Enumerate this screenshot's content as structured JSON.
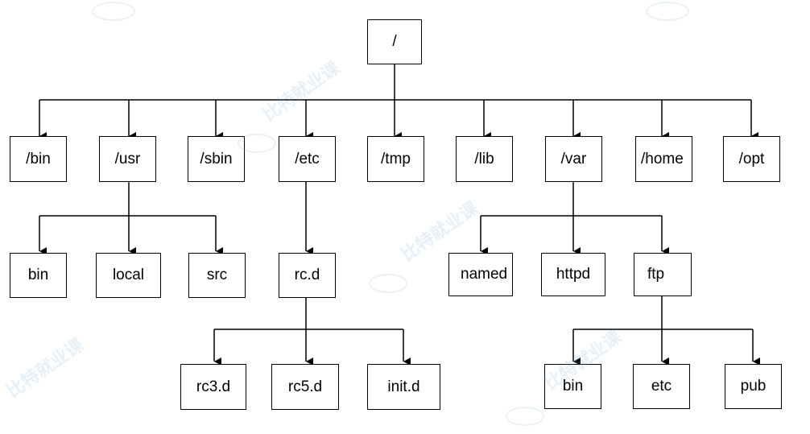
{
  "nodes": {
    "root": "/",
    "bin": "/bin",
    "usr": "/usr",
    "sbin": "/sbin",
    "etc": "/etc",
    "tmp": "/tmp",
    "lib": "/lib",
    "var": "/var",
    "home": "/home",
    "opt": "/opt",
    "usr_bin": "bin",
    "usr_local": "local",
    "usr_src": "src",
    "etc_rcd": "rc.d",
    "rc3d": "rc3.d",
    "rc5d": "rc5.d",
    "initd": "init.d",
    "var_named": "named",
    "var_httpd": "httpd",
    "var_ftp": "ftp",
    "ftp_bin": "bin",
    "ftp_etc": "etc",
    "ftp_pub": "pub"
  },
  "watermark": {
    "text": "比特就业课",
    "colors": {
      "line": "#000000",
      "node_border": "#000000",
      "watermark": "#78aad2"
    }
  }
}
